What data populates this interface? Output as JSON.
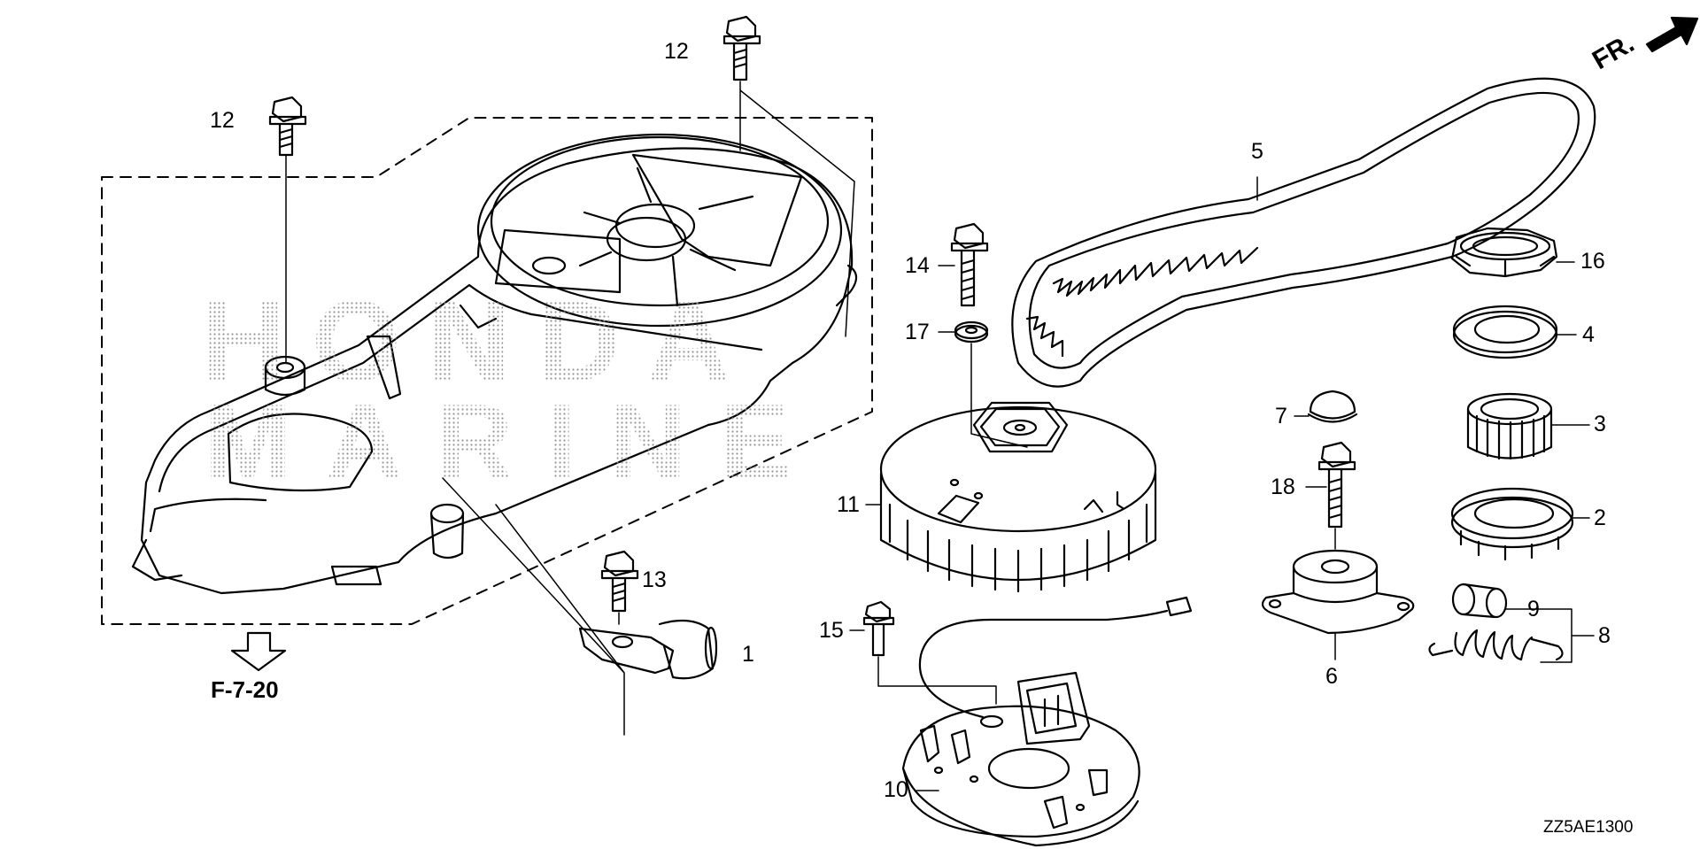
{
  "diagram": {
    "callouts": [
      "12",
      "12",
      "5",
      "16",
      "14",
      "17",
      "4",
      "7",
      "3",
      "18",
      "11",
      "2",
      "13",
      "9",
      "8",
      "1",
      "15",
      "6",
      "10"
    ],
    "ref_link": "F-7-20",
    "front_marker": "FR.",
    "drawing_code": "ZZ5AE1300",
    "watermark": [
      "HONDA",
      "MARINE"
    ]
  }
}
